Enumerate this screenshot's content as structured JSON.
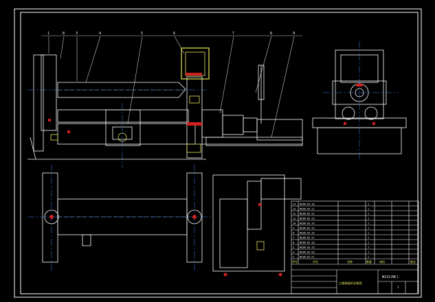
{
  "drawing": {
    "balloons": [
      "1",
      "8",
      "3",
      "4",
      "5",
      "6",
      "7",
      "8",
      "9"
    ],
    "parts_list": [
      {
        "no": "14",
        "code": "WX3N-02-10",
        "qty": "1",
        "note": ""
      },
      {
        "no": "13",
        "code": "WX3N-02-11",
        "qty": "1",
        "note": ""
      },
      {
        "no": "12",
        "code": "WX3N-02-12",
        "qty": "1",
        "note": ""
      },
      {
        "no": "11",
        "code": "WX3N-02-13",
        "qty": "1",
        "note": ""
      },
      {
        "no": "10",
        "code": "WX3N-02-14",
        "qty": "1",
        "note": ""
      },
      {
        "no": "9",
        "code": "WX3N-02-15",
        "qty": "1",
        "note": ""
      },
      {
        "no": "8",
        "code": "WX3N-02-16",
        "qty": "1",
        "note": ""
      },
      {
        "no": "7",
        "code": "WX3N-02-17",
        "qty": "1",
        "note": ""
      },
      {
        "no": "6",
        "code": "WX3N-02-18",
        "qty": "1",
        "note": ""
      },
      {
        "no": "5",
        "code": "WX3N-02-19",
        "qty": "1",
        "note": ""
      },
      {
        "no": "4",
        "code": "WX3N-02-20",
        "qty": "1",
        "note": ""
      },
      {
        "no": "3",
        "code": "WX3N-02-21",
        "qty": "1",
        "note": ""
      }
    ],
    "header_row": {
      "no": "序号",
      "code": "代号",
      "name": "名称",
      "qty": "数量",
      "material": "材料",
      "note": "备注"
    },
    "title_block": {
      "drawing_no": "W11S(NC)-",
      "title": "三辊卷板机总装图",
      "sheet": "1"
    }
  }
}
